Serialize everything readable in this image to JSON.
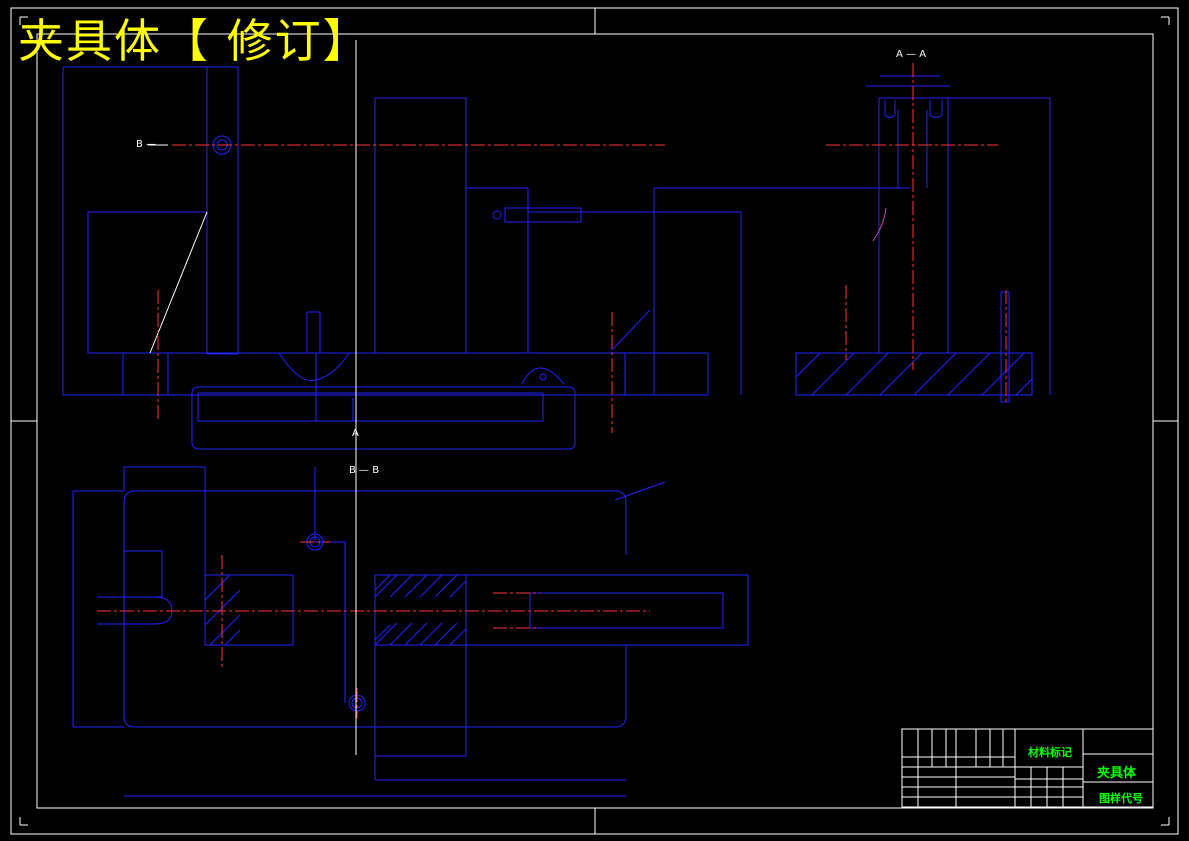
{
  "overlay": {
    "title": "夹具体【 修订】"
  },
  "section_labels": {
    "aa": "A — A",
    "b_left": "B —",
    "bb": "B — B",
    "a_marker": "A"
  },
  "title_block": {
    "material": "材料标记",
    "part_name": "夹具体",
    "drawing_no": "图样代号"
  },
  "colors": {
    "background": "#000000",
    "border": "#ffffff",
    "outline": "#0000ff",
    "centerline": "#ff0000",
    "title": "#ffff00",
    "title_block_text": "#00ff00"
  }
}
